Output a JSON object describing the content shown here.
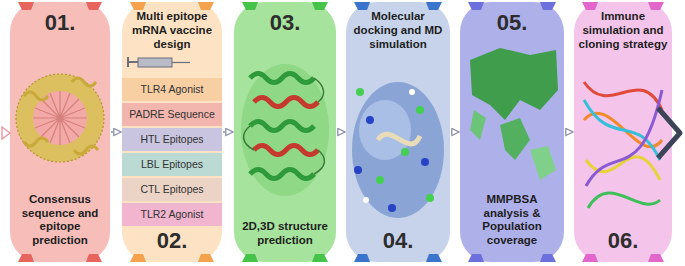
{
  "diagram": {
    "nodes": [
      {
        "text": [
          "01.",
          "Consensus sequence and epitope prediction"
        ]
      },
      {
        "text": [
          "Multi epitope mRNA vaccine design",
          "02."
        ]
      },
      {
        "text": [
          "TLR4 Agonist"
        ],
        "in": 1
      },
      {
        "text": [
          "PADRE Sequence"
        ],
        "in": 1
      },
      {
        "text": [
          "HTL Epitopes"
        ],
        "in": 1
      },
      {
        "text": [
          "LBL Epitopes"
        ],
        "in": 1
      },
      {
        "text": [
          "CTL Epitopes"
        ],
        "in": 1
      },
      {
        "text": [
          "TLR2 Agonist"
        ],
        "in": 1
      },
      {
        "text": [
          "03.",
          "2D,3D structure prediction"
        ]
      },
      {
        "text": [
          "Molecular docking and MD simulation",
          "04."
        ]
      },
      {
        "text": [
          "05.",
          "MMPBSA analysis & Population coverage"
        ]
      },
      {
        "text": [
          "Immune simulation and cloning strategy",
          "06."
        ]
      }
    ],
    "edges": [
      {
        "from": 0,
        "to": 1,
        "arrow": "to"
      },
      {
        "from": 1,
        "to": 8,
        "arrow": "to"
      },
      {
        "from": 8,
        "to": 9,
        "arrow": "to"
      },
      {
        "from": 9,
        "to": 10,
        "arrow": "to"
      },
      {
        "from": 10,
        "to": 11,
        "arrow": "to"
      }
    ]
  }
}
